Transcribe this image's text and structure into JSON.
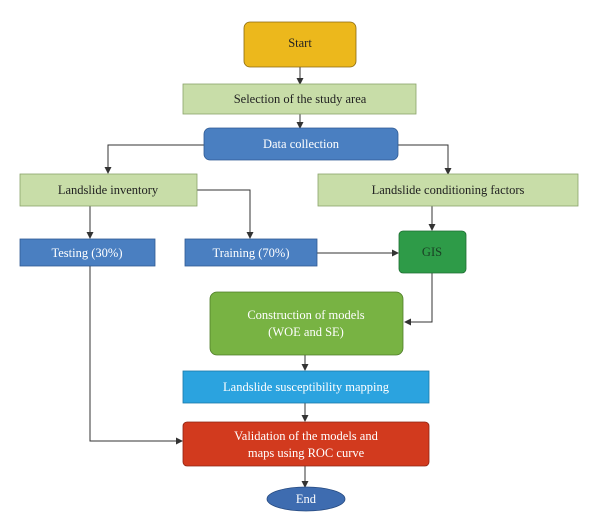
{
  "nodes": {
    "start": "Start",
    "study_area": "Selection of the study area",
    "data_collection": "Data collection",
    "inventory": "Landslide inventory",
    "conditioning": "Landslide conditioning factors",
    "testing": "Testing (30%)",
    "training": "Training (70%)",
    "gis": "GIS",
    "models_line1": "Construction of models",
    "models_line2": "(WOE and SE)",
    "mapping": "Landslide susceptibility mapping",
    "validation_line1": "Validation of the models and",
    "validation_line2": "maps using ROC curve",
    "end": "End"
  },
  "colors": {
    "start": "#ecb81c",
    "light_green": "#c8dda8",
    "blue": "#4a7fc1",
    "gis_green": "#2e9b48",
    "model_green": "#78b343",
    "cyan": "#2ba3df",
    "red": "#d23a1e",
    "end": "#3e6cb0"
  }
}
